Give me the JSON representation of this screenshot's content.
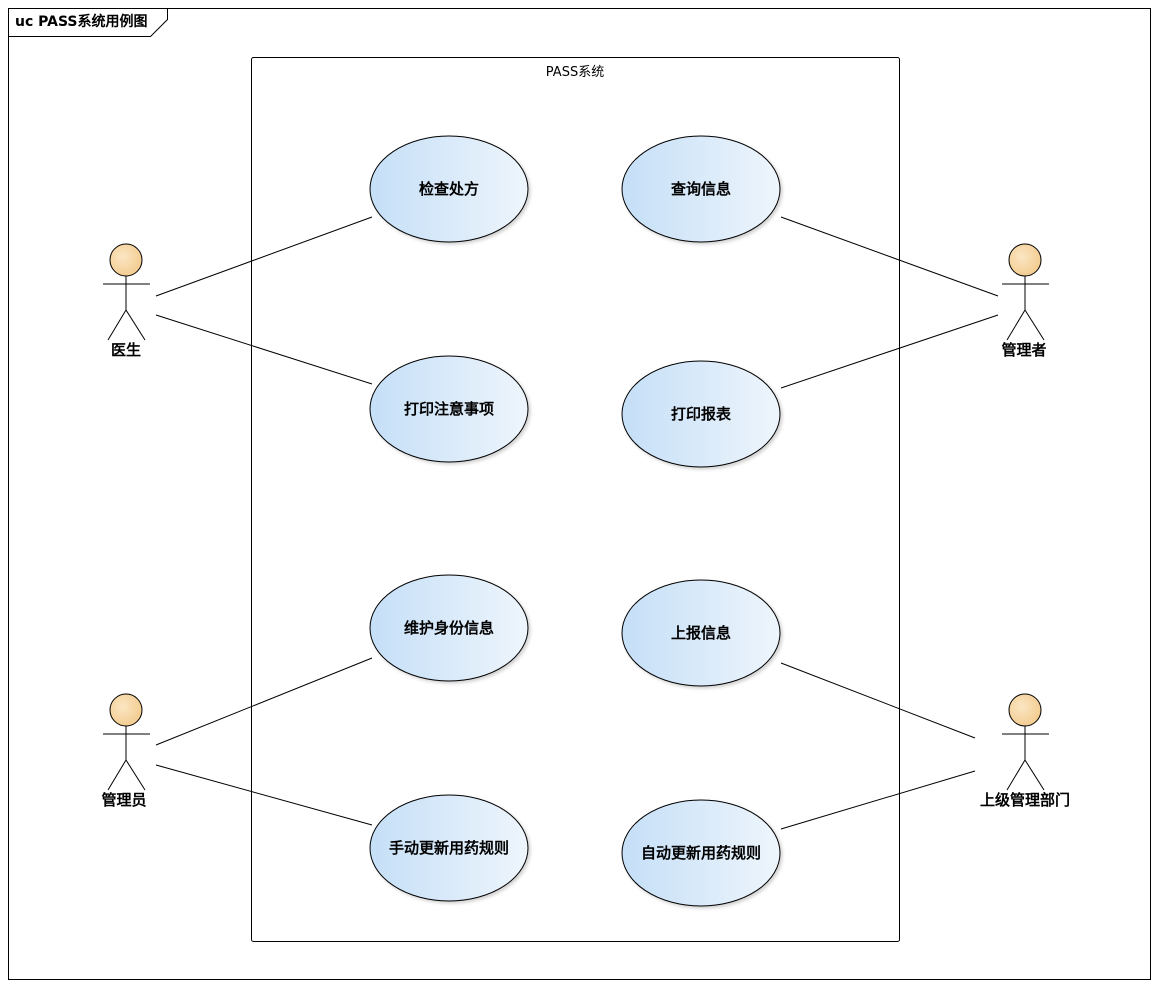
{
  "frame": {
    "title": "uc PASS系统用例图"
  },
  "boundary": {
    "title": "PASS系统"
  },
  "use_cases": [
    {
      "id": "uc-check-prescription",
      "label": "检查处方"
    },
    {
      "id": "uc-query-info",
      "label": "查询信息"
    },
    {
      "id": "uc-print-notes",
      "label": "打印注意事项"
    },
    {
      "id": "uc-print-report",
      "label": "打印报表"
    },
    {
      "id": "uc-maintain-identity",
      "label": "维护身份信息"
    },
    {
      "id": "uc-report-info",
      "label": "上报信息"
    },
    {
      "id": "uc-manual-update-rules",
      "label": "手动更新用药规则"
    },
    {
      "id": "uc-auto-update-rules",
      "label": "自动更新用药规则"
    }
  ],
  "actors": [
    {
      "id": "actor-doctor",
      "label": "医生"
    },
    {
      "id": "actor-manager",
      "label": "管理者"
    },
    {
      "id": "actor-admin",
      "label": "管理员"
    },
    {
      "id": "actor-superior-dept",
      "label": "上级管理部门"
    }
  ],
  "associations": [
    {
      "actor": "actor-doctor",
      "use_case": "uc-check-prescription"
    },
    {
      "actor": "actor-doctor",
      "use_case": "uc-print-notes"
    },
    {
      "actor": "actor-manager",
      "use_case": "uc-query-info"
    },
    {
      "actor": "actor-manager",
      "use_case": "uc-print-report"
    },
    {
      "actor": "actor-admin",
      "use_case": "uc-maintain-identity"
    },
    {
      "actor": "actor-admin",
      "use_case": "uc-manual-update-rules"
    },
    {
      "actor": "actor-superior-dept",
      "use_case": "uc-report-info"
    },
    {
      "actor": "actor-superior-dept",
      "use_case": "uc-auto-update-rules"
    }
  ],
  "colors": {
    "use_case_fill_start": "#c5dff7",
    "use_case_fill_end": "#eef5fc",
    "actor_head_fill": "#f8d9a8",
    "line": "#000000"
  }
}
